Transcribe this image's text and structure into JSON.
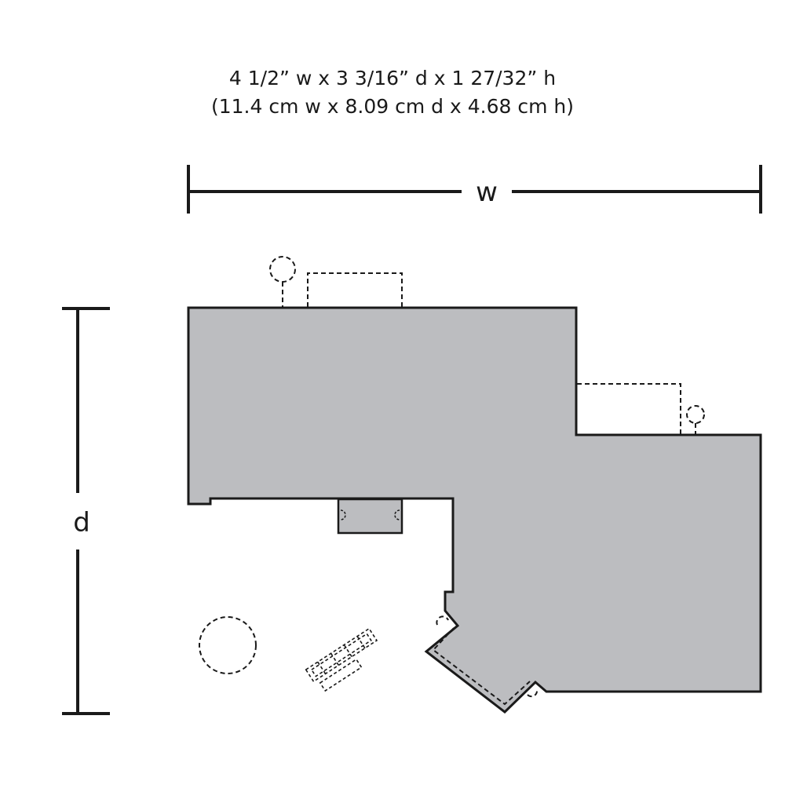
{
  "dimensions": {
    "imperial": "4 1/2” w x 3 3/16” d x 1 27/32” h",
    "metric": "(11.4 cm w x 8.09 cm d x 4.68 cm h)"
  },
  "width_label": "w",
  "depth_label": "d",
  "colors": {
    "footprint_fill": "#bcbdc0",
    "line": "#1a1a1a"
  }
}
